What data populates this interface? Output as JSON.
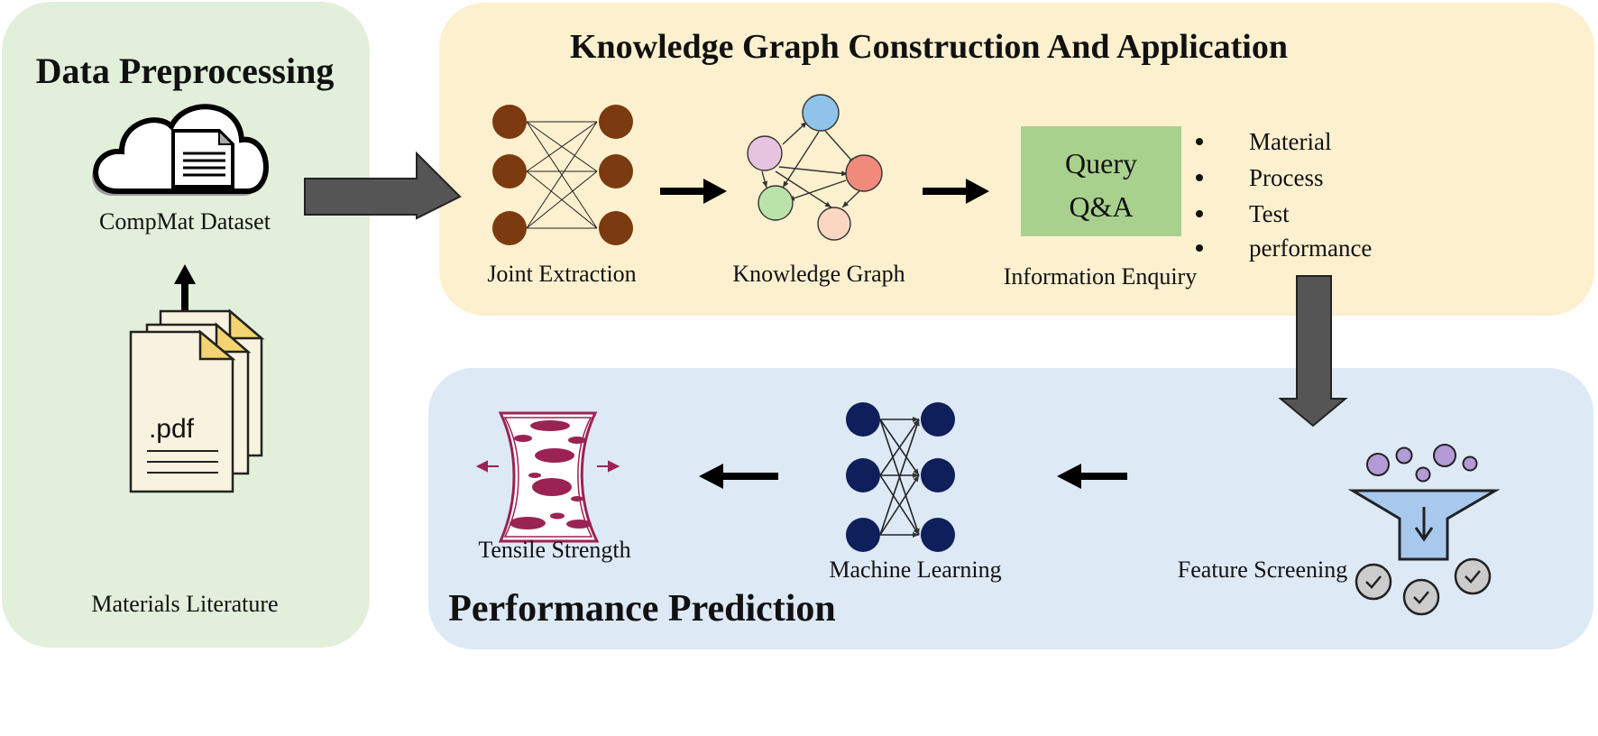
{
  "panels": {
    "preprocessing": {
      "title": "Data Preprocessing",
      "dataset_label": "CompMat Dataset",
      "pdf_text": ".pdf",
      "literature_label": "Materials Literature",
      "color": "#e2efda"
    },
    "knowledge_graph": {
      "title": "Knowledge Graph Construction And Application",
      "color": "#fdf0cf",
      "joint_extraction_label": "Joint Extraction",
      "knowledge_graph_label": "Knowledge Graph",
      "query_line1": "Query",
      "query_line2": "Q&A",
      "information_enquiry_label": "Information Enquiry",
      "bullets": [
        "Material",
        "Process",
        "Test",
        "performance"
      ]
    },
    "prediction": {
      "title": "Performance Prediction",
      "color": "#dde9f5",
      "feature_screening_label": "Feature Screening",
      "machine_learning_label": "Machine Learning",
      "tensile_strength_label": "Tensile Strength"
    }
  },
  "colors": {
    "extraction_nodes": "#7b3a10",
    "ml_nodes": "#0e1f5b",
    "query_box": "#a9d18e",
    "big_arrow": "#555555",
    "tensile": "#9b2353"
  }
}
